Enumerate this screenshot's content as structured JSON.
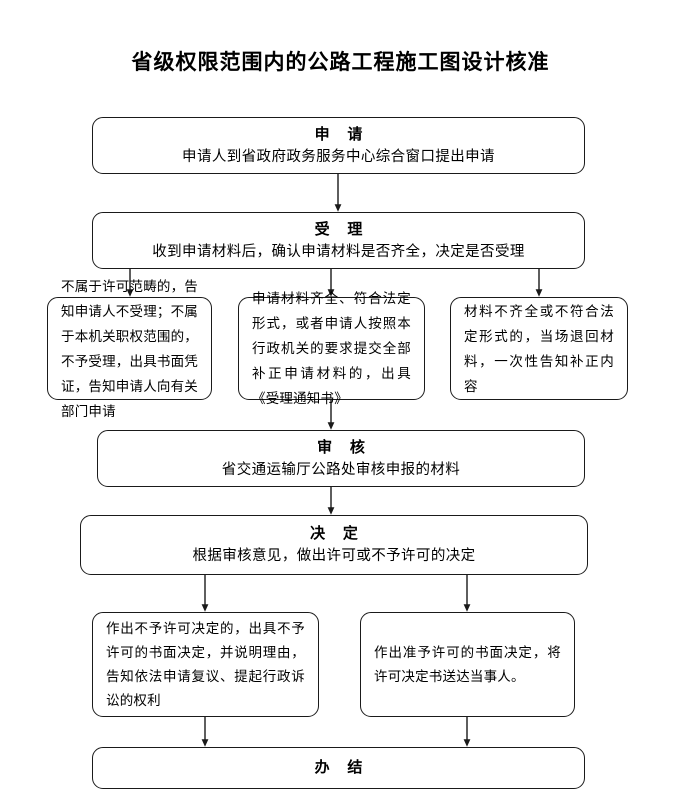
{
  "title": "省级权限范围内的公路工程施工图设计核准",
  "flow": {
    "apply": {
      "head": "申 请",
      "sub": "申请人到省政府政务服务中心综合窗口提出申请"
    },
    "accept": {
      "head": "受 理",
      "sub": "收到申请材料后，确认申请材料是否齐全，决定是否受理"
    },
    "branch_reject": {
      "body": "不属于许可范畴的，告知申请人不受理；不属于本机关职权范围的，不予受理，出具书面凭证，告知申请人向有关部门申请"
    },
    "branch_accepted": {
      "body": "申请材料齐全、符合法定形式，或者申请人按照本行政机关的要求提交全部补正申请材料的，出具《受理通知书》"
    },
    "branch_return": {
      "body": "材料不齐全或不符合法定形式的，当场退回材料，一次性告知补正内容"
    },
    "review": {
      "head": "审 核",
      "sub": "省交通运输厅公路处审核申报的材料"
    },
    "decide": {
      "head": "决 定",
      "sub": "根据审核意见，做出许可或不予许可的决定"
    },
    "result_deny": {
      "body": "作出不予许可决定的，出具不予许可的书面决定，并说明理由，告知依法申请复议、提起行政诉讼的权利"
    },
    "result_grant": {
      "body": "作出准予许可的书面决定，将许可决定书送达当事人。"
    },
    "finish": {
      "head": "办 结"
    }
  },
  "style": {
    "line_color": "#1a1a1a",
    "background": "#ffffff"
  }
}
